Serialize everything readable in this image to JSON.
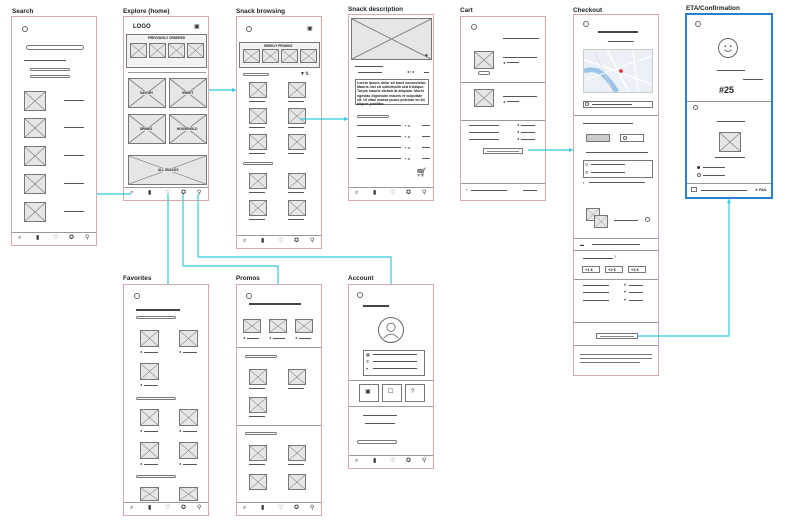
{
  "screens": {
    "search": {
      "title": "Search"
    },
    "explore": {
      "title": "Explore (home)",
      "logo": "LOGO",
      "previously_ordered": "PREVIOUSLY ORDERED",
      "cat_savory": "SAVORY",
      "cat_sweet": "SWEET",
      "cat_drinks": "DRINKS",
      "cat_household": "HOUSEHOLD",
      "cat_all": "ALL SNACKS"
    },
    "browsing": {
      "title": "Snack browsing",
      "weekly_promos": "WEEKLY PROMOS"
    },
    "description": {
      "title": "Snack description",
      "lorem": "Lorem ipsum dolor sit amet consectetur. Mauris nisl sit sollicitudin sed tristique. Turpis mauris dictum at aliquam. Morbi egestas dignissim mauris et vulputate sit. Ut vitae massa purus pulvinar eu sit aliquet porttitor."
    },
    "cart": {
      "title": "Cart"
    },
    "checkout": {
      "title": "Checkout",
      "tip1": "+1 €",
      "tip2": "+2 €",
      "tip3": "+3 €"
    },
    "eta": {
      "title": "ETA/Confirmation",
      "order_number": "#25",
      "cancel": "✕ FAIL"
    },
    "favorites": {
      "title": "Favorites"
    },
    "promos": {
      "title": "Promos"
    },
    "account": {
      "title": "Account"
    }
  },
  "icons": {
    "search": "⌕",
    "bag": "▮",
    "heart": "♡",
    "compass": "✪",
    "person": "⚲",
    "cart": "🛒",
    "back": "◂",
    "heart_fav": "♡"
  },
  "colors": {
    "frame_border": "#d9a9a9",
    "selected_border": "#2b7fd1",
    "connector": "#33c9e0",
    "pin": "#d9373d"
  }
}
